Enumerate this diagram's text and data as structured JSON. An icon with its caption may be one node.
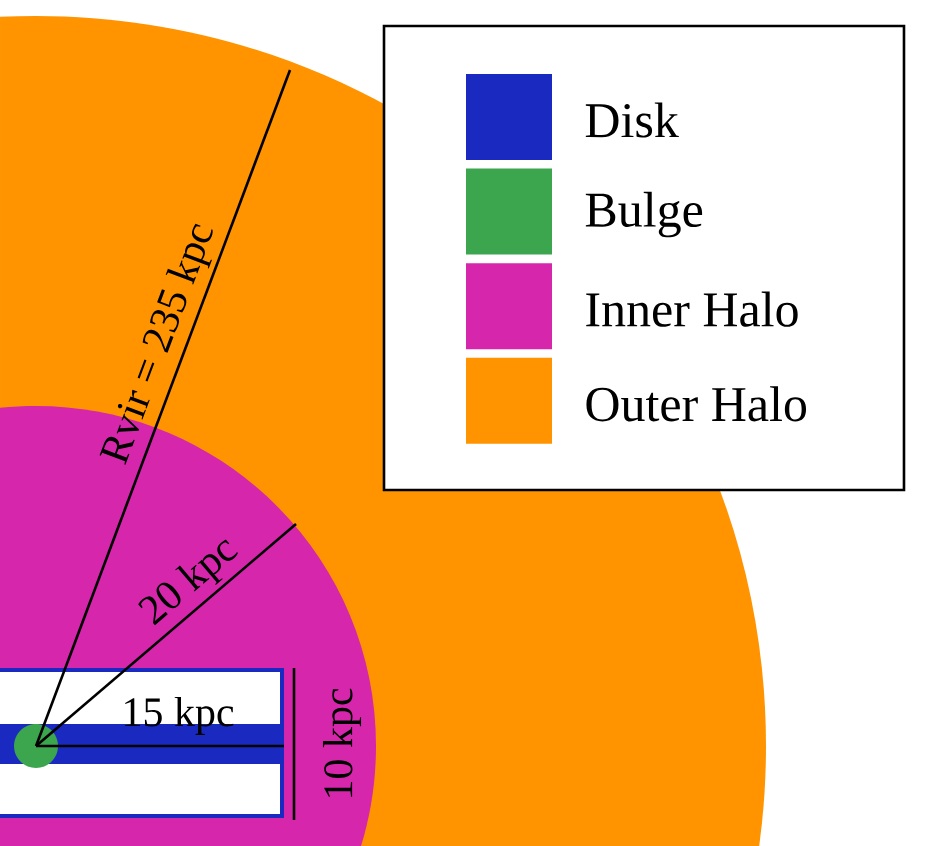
{
  "diagram": {
    "labels": [
      "Rvir = 235 kpc",
      "20 kpc",
      "15 kpc",
      "10 kpc"
    ],
    "legend": [
      {
        "text": "Disk",
        "color": "#1a29bf"
      },
      {
        "text": "Bulge",
        "color": "#3ba64d"
      },
      {
        "text": "Inner Halo",
        "color": "#d626ac"
      },
      {
        "text": "Outer Halo",
        "color": "#ff9400"
      }
    ]
  }
}
